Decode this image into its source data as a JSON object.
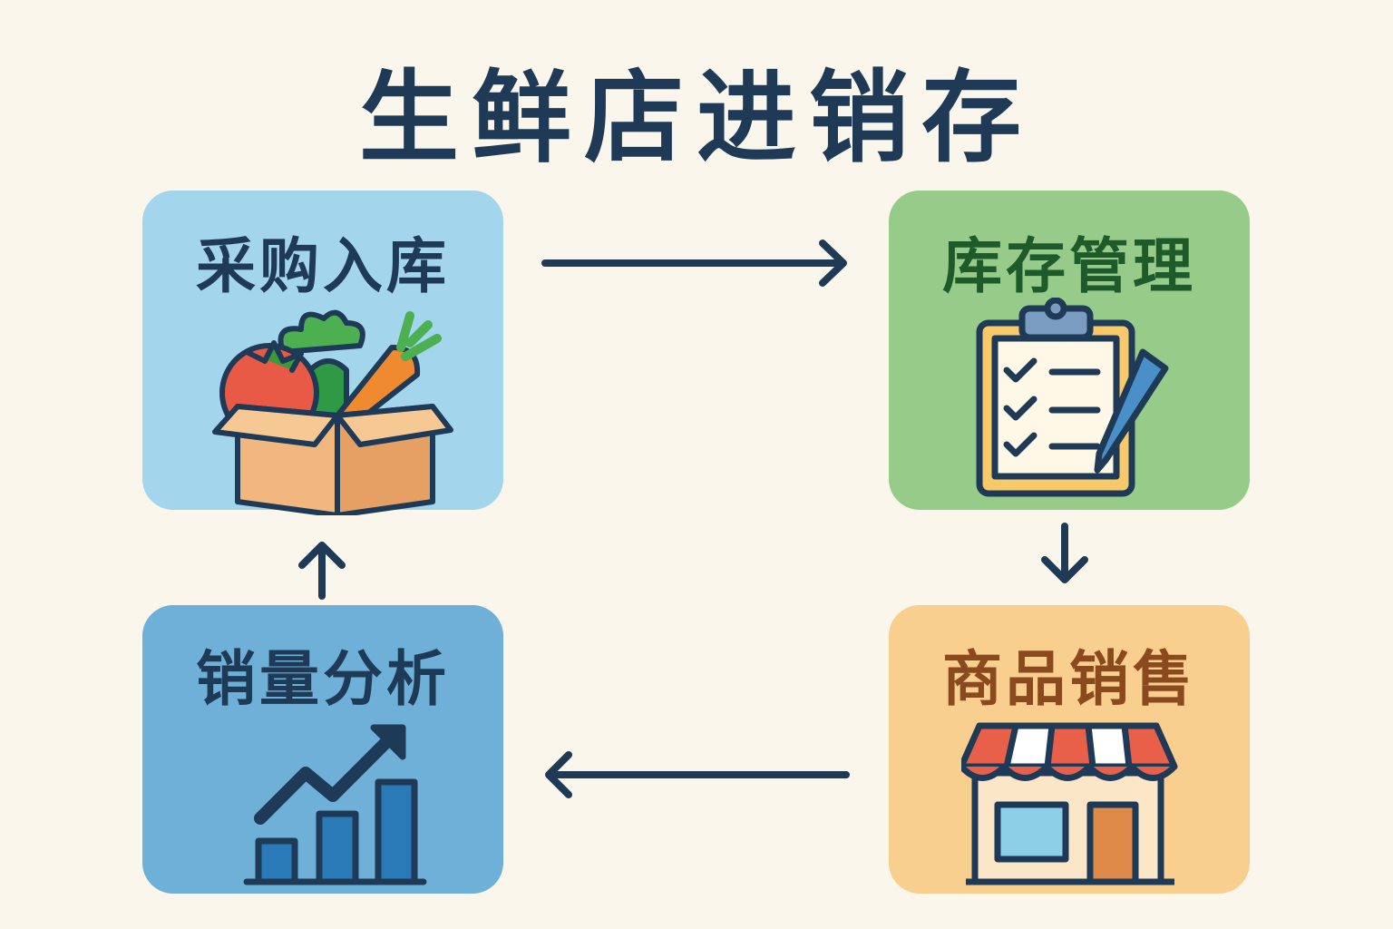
{
  "title": "生鲜店进销存",
  "steps": [
    {
      "label": "采购入库",
      "icon": "vegetable-box-icon",
      "color": "#a3d5ec",
      "text_color": "#1e3a56"
    },
    {
      "label": "库存管理",
      "icon": "clipboard-checklist-icon",
      "color": "#96cb8a",
      "text_color": "#1f5a2a"
    },
    {
      "label": "商品销售",
      "icon": "storefront-icon",
      "color": "#f9cf8f",
      "text_color": "#8a4a1e"
    },
    {
      "label": "销量分析",
      "icon": "growth-chart-icon",
      "color": "#6fb0d8",
      "text_color": "#1e3a56"
    }
  ]
}
